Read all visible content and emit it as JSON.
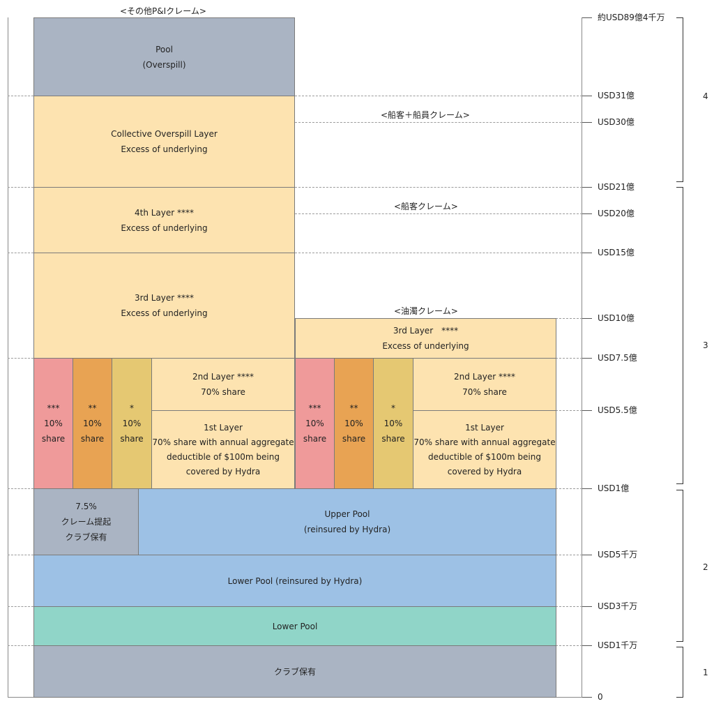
{
  "captions": {
    "other_claims": "<その他P&Iクレーム>",
    "passenger_crew": "<船客＋船員クレーム>",
    "passenger": "<船客クレーム>",
    "oil": "<油濁クレーム>"
  },
  "blocks": {
    "pool_overspill": [
      "Pool",
      "(Overspill)"
    ],
    "collective_overspill": [
      "Collective Overspill Layer",
      "Excess of underlying"
    ],
    "fourth_layer": [
      "4th Layer ****",
      "Excess of underlying"
    ],
    "third_layer_left": [
      "3rd Layer ****",
      "Excess of underlying"
    ],
    "third_layer_right": [
      "3rd Layer　****",
      "Excess of underlying"
    ],
    "share_triple_left": [
      "***",
      "10%",
      "share"
    ],
    "share_double_left": [
      "**",
      "10%",
      "share"
    ],
    "share_single_left": [
      "*",
      "10%",
      "share"
    ],
    "second_layer_left": [
      "2nd Layer ****",
      "70% share"
    ],
    "first_layer_left": [
      "1st Layer",
      "70% share with annual aggregate",
      "deductible of $100m being",
      "covered by Hydra"
    ],
    "share_triple_right": [
      "***",
      "10%",
      "share"
    ],
    "share_double_right": [
      "**",
      "10%",
      "share"
    ],
    "share_single_right": [
      "*",
      "10%",
      "share"
    ],
    "second_layer_right": [
      "2nd Layer ****",
      "70% share"
    ],
    "first_layer_right": [
      "1st Layer",
      "70% share with annual aggregate",
      "deductible of $100m being",
      "covered by Hydra"
    ],
    "club_retention_75": [
      "7.5%",
      "クレーム提起",
      "クラブ保有"
    ],
    "upper_pool": [
      "Upper Pool",
      "(reinsured by Hydra)"
    ],
    "lower_pool_reinsured": [
      "Lower Pool (reinsured by Hydra)"
    ],
    "lower_pool": [
      "Lower Pool"
    ],
    "club_retention": [
      "クラブ保有"
    ]
  },
  "ticks": [
    "約USD89億4千万",
    "USD31億",
    "USD30億",
    "USD21億",
    "USD20億",
    "USD15億",
    "USD10億",
    "USD7.5億",
    "USD5.5億",
    "USD1億",
    "USD5千万",
    "USD3千万",
    "USD1千万",
    "0"
  ],
  "braces": [
    "4",
    "3",
    "2",
    "1"
  ],
  "colors": {
    "gray": "#aab4c3",
    "cream": "#fde3b0",
    "pink": "#ef9a9a",
    "orange": "#e8a353",
    "yellow": "#e5c872",
    "blue": "#9dc1e5",
    "teal": "#90d5c8"
  }
}
